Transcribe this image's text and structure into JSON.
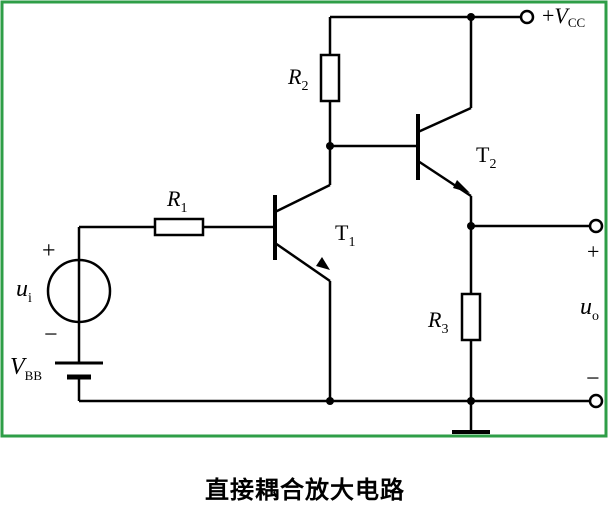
{
  "colors": {
    "border": "#2e9e47",
    "wire": "#000000",
    "background": "#ffffff"
  },
  "labels": {
    "vcc_sign": "+",
    "vcc_main": "V",
    "vcc_sub": "CC",
    "r1_main": "R",
    "r1_sub": "1",
    "r2_main": "R",
    "r2_sub": "2",
    "r3_main": "R",
    "r3_sub": "3",
    "t1_main": "T",
    "t1_sub": "1",
    "t2_main": "T",
    "t2_sub": "2",
    "ui_main": "u",
    "ui_sub": "i",
    "uo_main": "u",
    "uo_sub": "o",
    "vbb_main": "V",
    "vbb_sub": "BB",
    "in_plus": "+",
    "in_minus": "−",
    "out_plus": "+",
    "out_minus": "−"
  },
  "caption": "直接耦合放大电路"
}
